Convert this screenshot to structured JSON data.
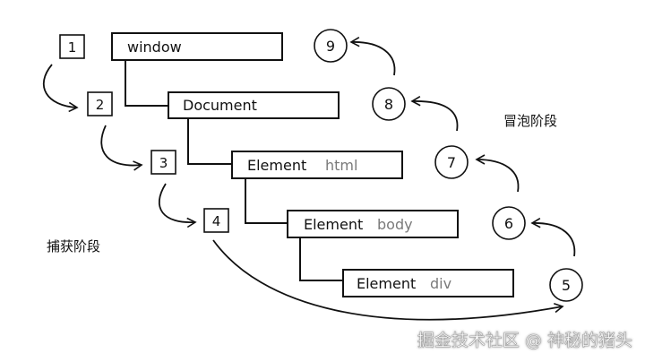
{
  "colors": {
    "line": "#111111",
    "secondary_text": "#7a7a7a",
    "watermark": "#ffffff",
    "watermark_shadow": "#9a9a9a"
  },
  "nodes": [
    {
      "name": "window",
      "type": ""
    },
    {
      "name": "Document",
      "type": ""
    },
    {
      "name": "Element",
      "type": "html"
    },
    {
      "name": "Element",
      "type": "body"
    },
    {
      "name": "Element",
      "type": "div"
    }
  ],
  "capture_steps": [
    "1",
    "2",
    "3",
    "4"
  ],
  "bubble_steps": [
    "5",
    "6",
    "7",
    "8",
    "9"
  ],
  "labels": {
    "capture_phase": "捕获阶段",
    "bubble_phase": "冒泡阶段"
  },
  "watermark": "掘金技术社区 @ 神秘的猪头"
}
